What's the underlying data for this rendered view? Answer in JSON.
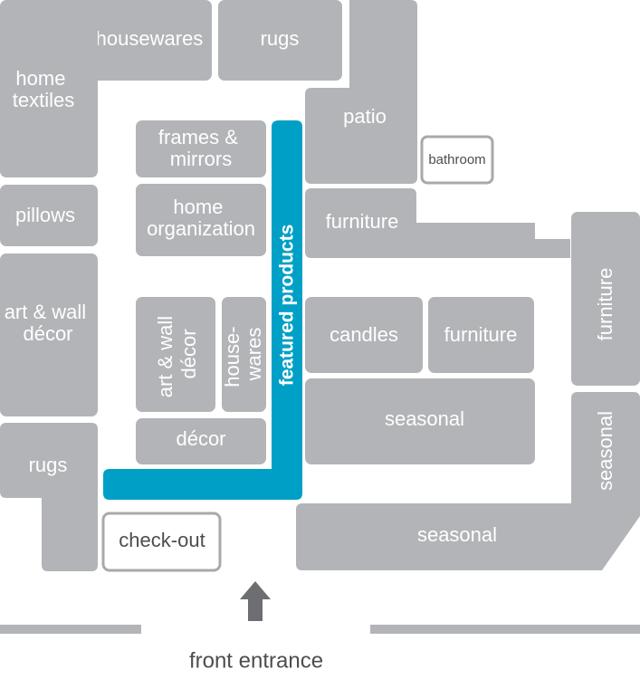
{
  "colors": {
    "department_fill": "#b2b4b7",
    "featured_fill": "#00a0c6",
    "outline_stroke": "#a7a9ac",
    "label_text": "#ffffff",
    "dark_text": "#4d4d4f",
    "arrow": "#6d6e71"
  },
  "departments": {
    "housewares_top": "housewares",
    "rugs_top": "rugs",
    "home_textiles": [
      "home",
      "textiles"
    ],
    "pillows": "pillows",
    "art_wall_decor_left": [
      "art & wall",
      "décor"
    ],
    "rugs_bottom_left": "rugs",
    "frames_mirrors": [
      "frames &",
      "mirrors"
    ],
    "home_organization": [
      "home",
      "organization"
    ],
    "art_wall_decor_center": [
      "art & wall",
      "décor"
    ],
    "housewares_center": [
      "house-",
      "wares"
    ],
    "decor": "décor",
    "featured_products": "featured products",
    "patio": "patio",
    "bathroom": "bathroom",
    "furniture_patio": "furniture",
    "furniture_right": "furniture",
    "candles": "candles",
    "furniture_center": "furniture",
    "seasonal_center": "seasonal",
    "seasonal_right": "seasonal",
    "seasonal_bottom": "seasonal",
    "checkout": "check-out"
  },
  "entrance_label": "front entrance",
  "entrance_arrow_icon": "up-arrow-icon"
}
